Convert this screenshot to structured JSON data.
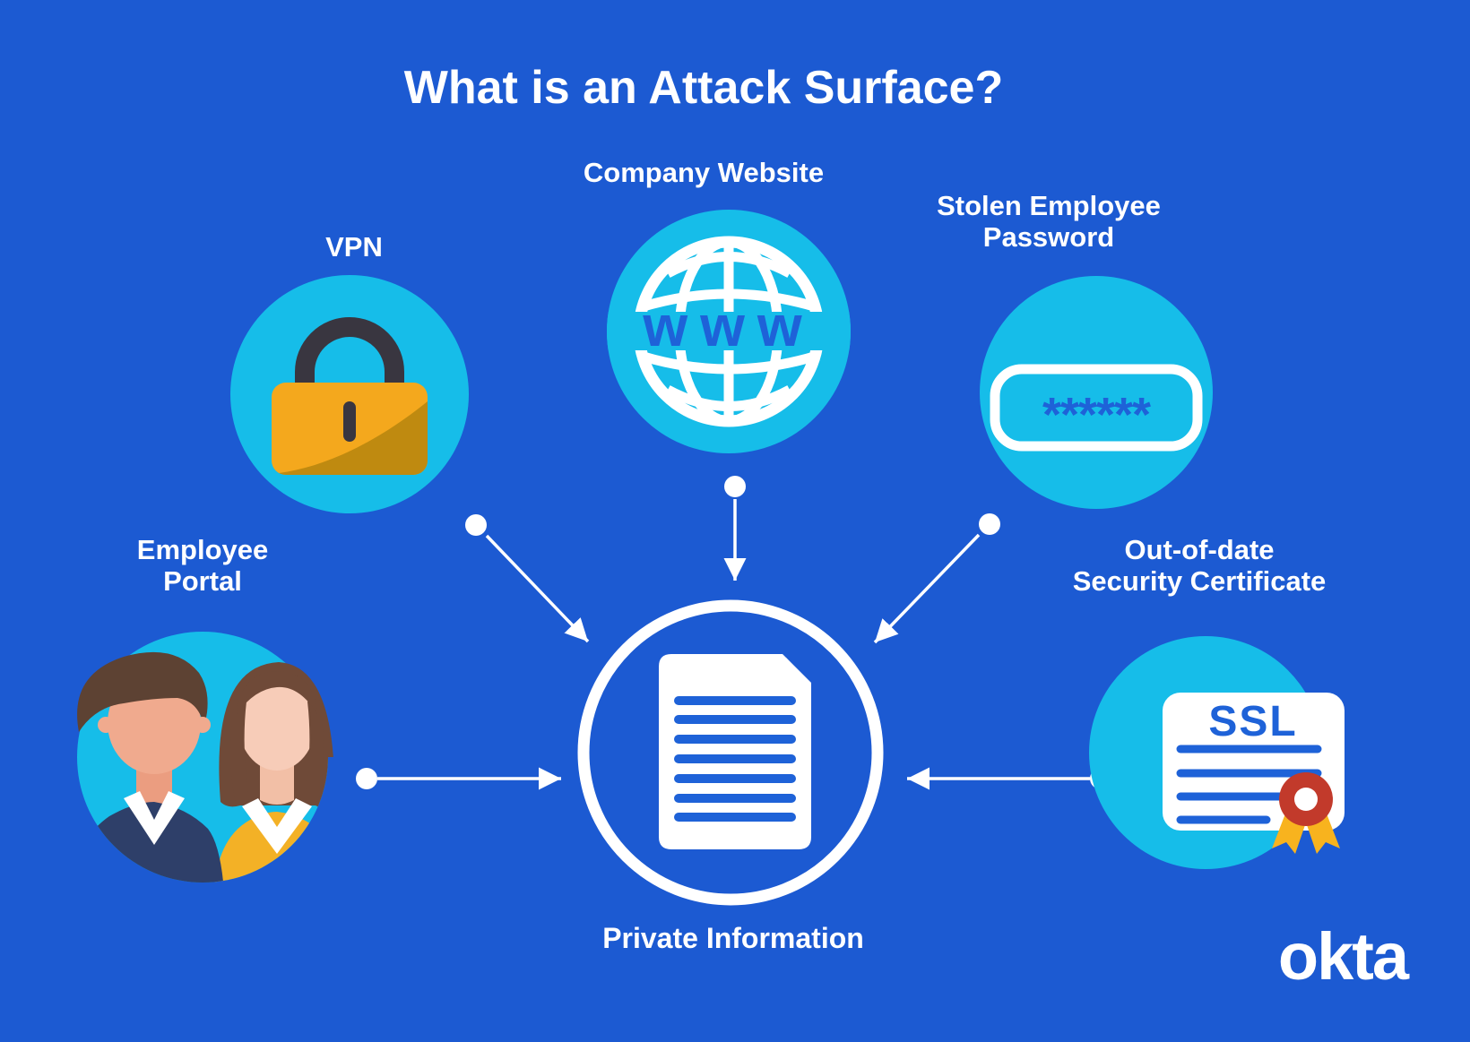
{
  "title": "What is an Attack Surface?",
  "center": {
    "label": "Private Information",
    "icon": "document-icon"
  },
  "nodes": [
    {
      "id": "vpn",
      "label": "VPN",
      "icon": "padlock-icon"
    },
    {
      "id": "company-website",
      "label": "Company Website",
      "icon": "globe-icon",
      "icon_text": "www"
    },
    {
      "id": "stolen-employee-password",
      "label": "Stolen Employee\nPassword",
      "icon": "password-field-icon",
      "masked_value": "******"
    },
    {
      "id": "employee-portal",
      "label": "Employee\nPortal",
      "icon": "employees-icon"
    },
    {
      "id": "out-of-date-security-certificate",
      "label": "Out-of-date\nSecurity Certificate",
      "icon": "ssl-certificate-icon",
      "icon_text": "SSL"
    }
  ],
  "brand": {
    "logo_text": "okta"
  },
  "colors": {
    "bg": "#1c5ad2",
    "cyan": "#16bde9",
    "white": "#ffffff",
    "accent_blue": "#1e62d8",
    "lock_yellow": "#f4a81d",
    "lock_gold": "#bf8a10",
    "lock_dark": "#393640",
    "ribbon_red": "#c23a2b",
    "ribbon_yellow": "#f8b31e",
    "man_skin": "#f0aa8e",
    "man_skin_shade": "#eb9d80",
    "man_hair": "#5d4233",
    "man_sweater": "#2e3f69",
    "woman_skin": "#f7ccb8",
    "woman_skin_shade": "#f2bfa6",
    "woman_hair": "#6f4a38",
    "woman_top": "#f3b126"
  }
}
